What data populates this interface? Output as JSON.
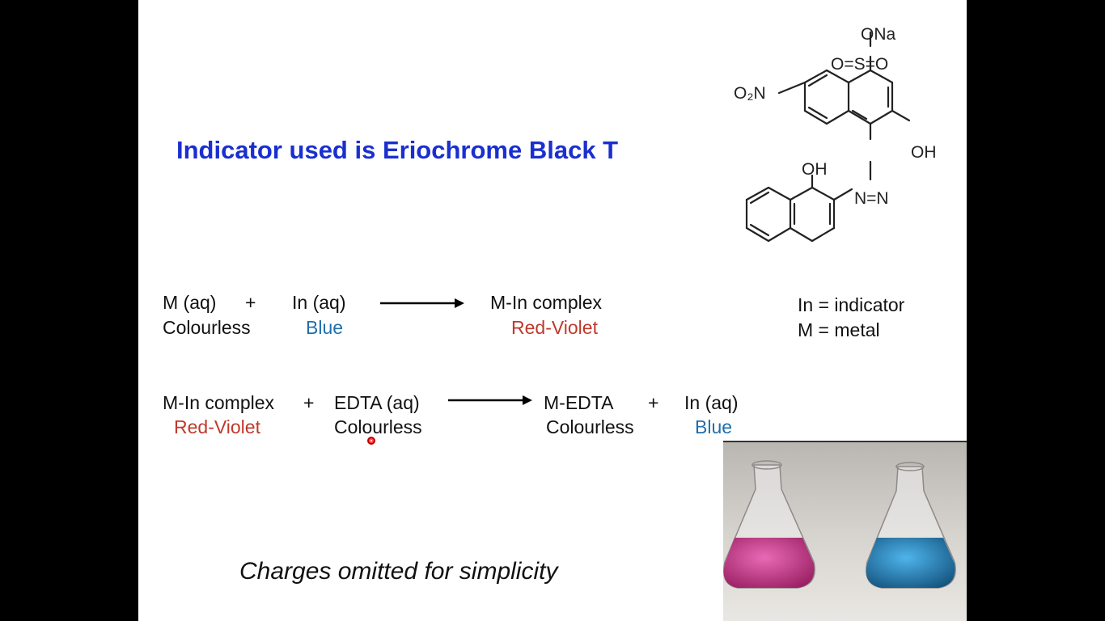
{
  "slide": {
    "title": "Indicator used is Eriochrome Black T",
    "molecule": {
      "labels": {
        "ona": "ONa",
        "sulfonyl": "O=S=O",
        "nitro": "O₂N",
        "oh_right": "OH",
        "oh_left": "OH",
        "azo": "N=N"
      }
    },
    "equation1": {
      "reactant1": "M (aq)",
      "plus1": "+",
      "reactant2": "In (aq)",
      "product": "M-In complex",
      "reactant1_color": "Colourless",
      "reactant2_color": "Blue",
      "product_color": "Red-Violet"
    },
    "legend": {
      "line1": "In = indicator",
      "line2": "M = metal"
    },
    "equation2": {
      "reactant1": "M-In complex",
      "plus1": "+",
      "reactant2": "EDTA (aq)",
      "product1": "M-EDTA",
      "plus2": "+",
      "product2": "In (aq)",
      "reactant1_color": "Red-Violet",
      "reactant2_color": "Colourless",
      "product1_color": "Colourless",
      "product2_color": "Blue"
    },
    "note": "Charges omitted for simplicity",
    "colors": {
      "title": "#1a2fd0",
      "red_violet": "#c0392b",
      "blue": "#1f6fae",
      "flask_magenta": "#d2388f",
      "flask_blue": "#2a8fd0"
    }
  }
}
